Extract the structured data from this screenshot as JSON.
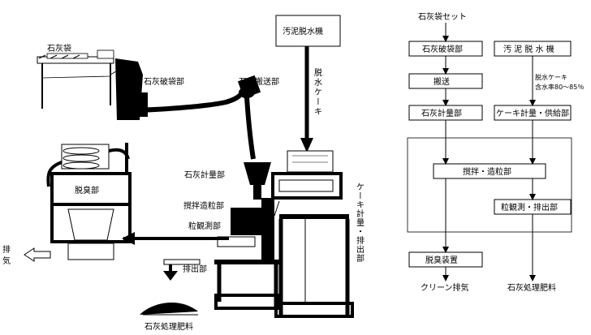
{
  "apparatus": {
    "lime_bag": "石灰袋",
    "bag_breaker": "石灰破袋部",
    "lime_conveyor": "石灰搬送部",
    "sludge_dehydrator": "汚泥脱水機",
    "dewatered_cake_vertical": "脱水ケーキ",
    "lime_weighing": "石灰計量部",
    "mixing_granulation": "撹拌造粒部",
    "grain_observation": "粒観測部",
    "discharge": "排出部",
    "deodorizer": "脱臭部",
    "exhaust_vertical": "排気",
    "cake_weighing_vertical": "ケーキ計量・排出部",
    "product": "石灰処理肥料"
  },
  "flow": {
    "start": "石灰袋セット",
    "bag_breaking": "石灰破袋部",
    "conveying": "搬送",
    "lime_weighing": "石灰計量部",
    "sludge_machine": "汚 泥 脱 水 機",
    "cake_note_line1": "脱水ケーキ",
    "cake_note_line2": "含水率80～85％",
    "cake_weighing": "ケーキ計量・供給部",
    "mixing": "撹拌・造粒部",
    "observation": "粒観測・排出部",
    "deodorizer": "脱臭装置",
    "clean_exhaust": "クリーン排気",
    "final_product": "石灰処理肥料"
  }
}
